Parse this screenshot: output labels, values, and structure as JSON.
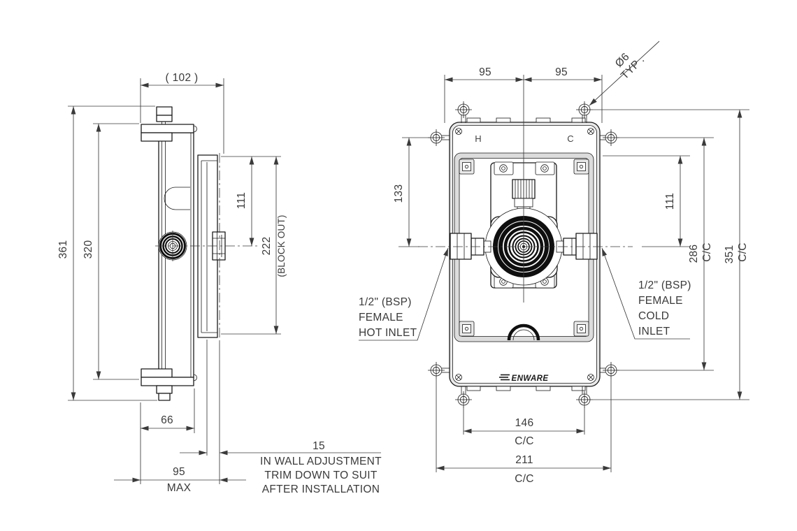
{
  "side_view": {
    "dim_overall_width": "( 102 )",
    "dim_overall_height": "361",
    "dim_body_height": "320",
    "dim_centre_top": "111",
    "dim_blockout_value": "222",
    "dim_blockout_note": "(BLOCK OUT)",
    "dim_body_depth": "66",
    "dim_max_depth": "95",
    "dim_max_depth_qual": "MAX",
    "dim_inwall": "15",
    "inwall_note": [
      "IN WALL ADJUSTMENT",
      "TRIM DOWN TO SUIT",
      "AFTER INSTALLATION"
    ]
  },
  "front_view": {
    "dim_left_95": "95",
    "dim_right_95": "95",
    "hole_callout_dia": "Ø6",
    "hole_callout_typ": "TYP .",
    "label_hot_port": "H",
    "label_cold_port": "C",
    "dim_133": "133",
    "dim_111": "111",
    "dim_286": "286",
    "cc_286": "C/C",
    "dim_351": "351",
    "cc_351": "C/C",
    "dim_146": "146",
    "cc_146": "C/C",
    "dim_211": "211",
    "cc_211": "C/C",
    "hot_inlet_note": [
      "1/2\" (BSP)",
      "FEMALE",
      "HOT INLET"
    ],
    "cold_inlet_note": [
      "1/2\" (BSP)",
      "FEMALE",
      "COLD",
      "INLET"
    ],
    "brand": "ENWARE"
  },
  "colors": {
    "line": "#1a1a1a",
    "dimension": "#3a3a3a",
    "dark_fill": "#0f0f0f",
    "panel_gray": "#dcdcdc",
    "background": "#ffffff"
  }
}
